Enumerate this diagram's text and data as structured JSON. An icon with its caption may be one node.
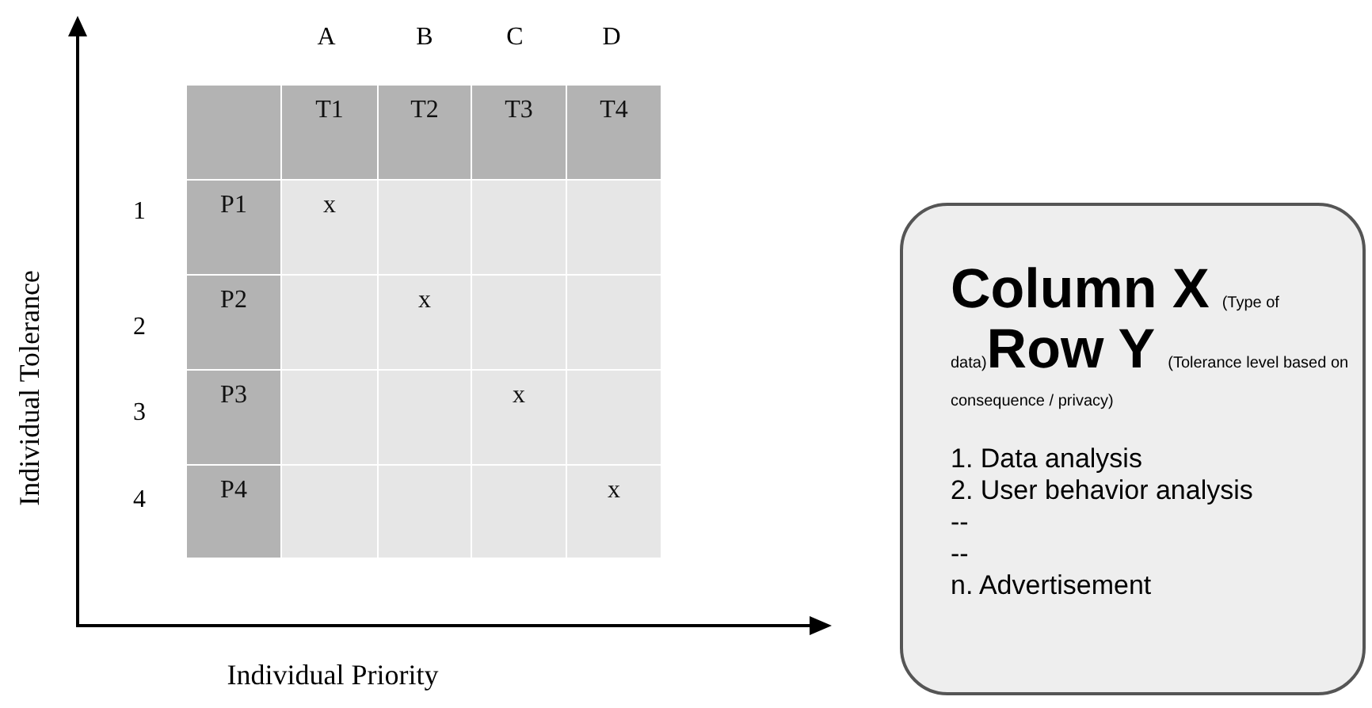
{
  "diagram": {
    "nodes": [
      {
        "text": [
          "Column X",
          "(Type of data)",
          "Row Y",
          "(Tolerance level based on consequence / privacy)",
          "1. Data analysis",
          "2. User behavior analysis",
          "--",
          "--",
          "n. Advertisement"
        ]
      }
    ],
    "edges": [],
    "labels": [
      "A",
      "B",
      "C",
      "D",
      "T1",
      "T2",
      "T3",
      "T4",
      "1",
      "P1",
      "x",
      "2",
      "P2",
      "x",
      "3",
      "P3",
      "x",
      "4",
      "P4",
      "x",
      "Individual Tolerance",
      "Individual Priority"
    ]
  }
}
